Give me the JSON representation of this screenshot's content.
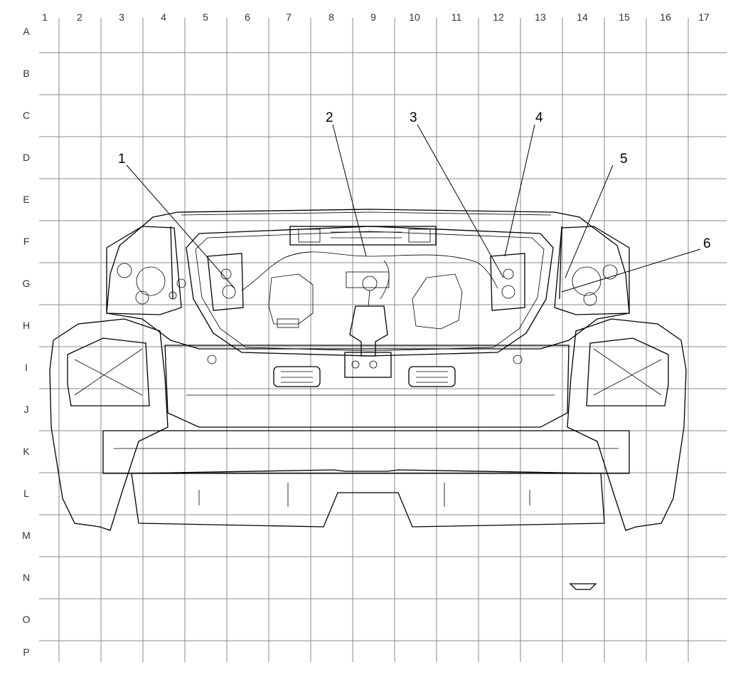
{
  "grid": {
    "columns": [
      "1",
      "2",
      "3",
      "4",
      "5",
      "6",
      "7",
      "8",
      "9",
      "10",
      "11",
      "12",
      "13",
      "14",
      "15",
      "16",
      "17"
    ],
    "rows": [
      "A",
      "B",
      "C",
      "D",
      "E",
      "F",
      "G",
      "H",
      "I",
      "J",
      "K",
      "L",
      "M",
      "N",
      "O",
      "P"
    ]
  },
  "callouts": [
    {
      "label": "1"
    },
    {
      "label": "2"
    },
    {
      "label": "3"
    },
    {
      "label": "4"
    },
    {
      "label": "5"
    },
    {
      "label": "6"
    }
  ]
}
